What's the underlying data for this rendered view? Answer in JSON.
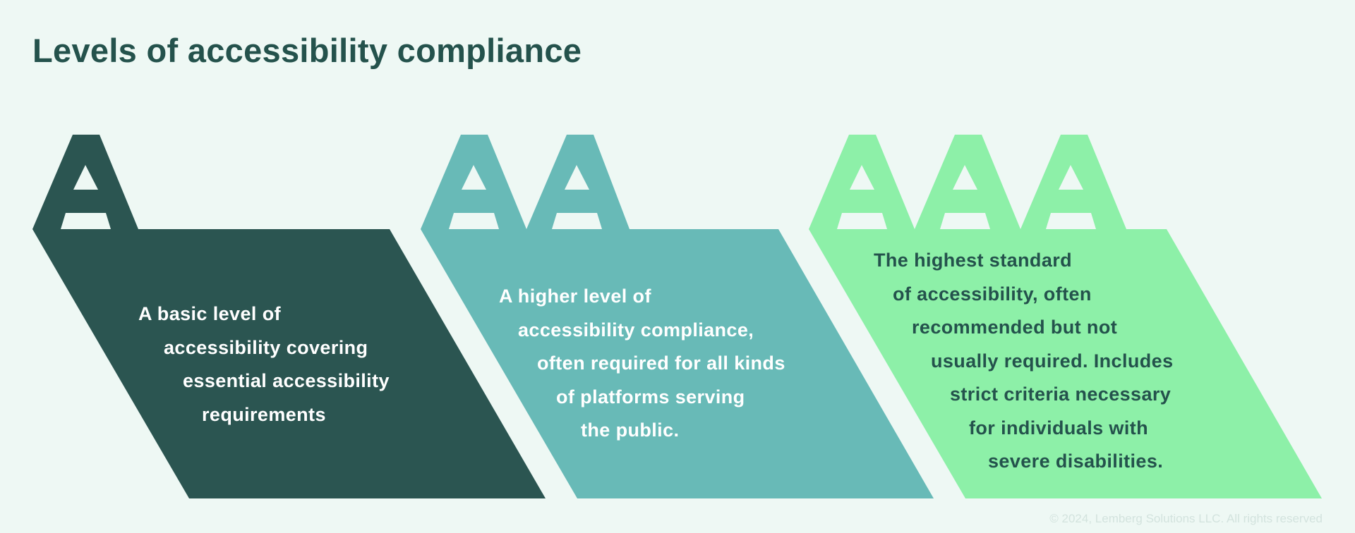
{
  "title": "Levels of accessibility compliance",
  "levels": [
    {
      "label": "A",
      "color": "#2b5551",
      "text_color": "#ffffff",
      "lines": [
        "A basic level of",
        "accessibility covering",
        "essential accessibility",
        "requirements"
      ]
    },
    {
      "label": "AA",
      "color": "#68bab7",
      "text_color": "#ffffff",
      "lines": [
        "A higher level of",
        "accessibility compliance,",
        "often required for all kinds",
        "of platforms serving",
        "the public."
      ]
    },
    {
      "label": "AAA",
      "color": "#8df0a8",
      "text_color": "#24524c",
      "lines": [
        "The highest standard",
        "of accessibility, often",
        "recommended but not",
        "usually required. Includes",
        "strict criteria necessary",
        "for individuals with",
        "severe disabilities."
      ]
    }
  ],
  "footer": {
    "copyright": "© 2024, Lemberg Solutions LLC. All rights reserved"
  },
  "colors": {
    "background": "#eef8f4",
    "title": "#24524c"
  }
}
